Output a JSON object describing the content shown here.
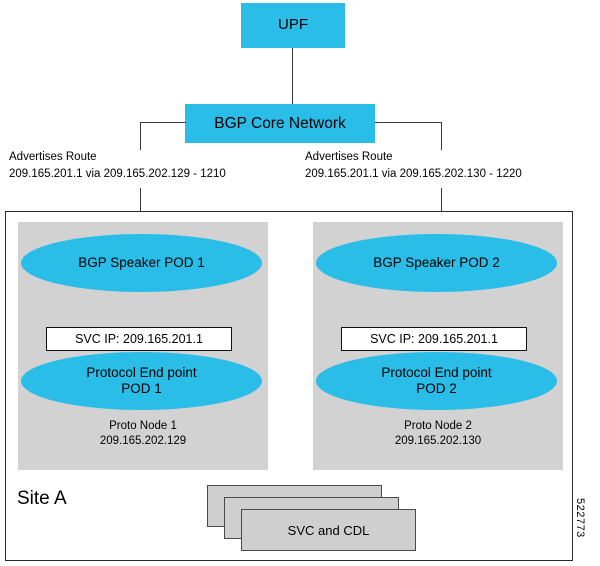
{
  "diagram": {
    "figure_number": "522773",
    "nodes": {
      "upf": {
        "label": "UPF"
      },
      "core": {
        "label": "BGP Core Network"
      }
    },
    "annotations": [
      {
        "line1": "Advertises Route",
        "line2": "209.165.201.1 via 209.165.202.129 - 1210"
      },
      {
        "line1": "Advertises Route",
        "line2": "209.165.201.1 via 209.165.202.130 - 1220"
      }
    ],
    "site": {
      "label": "Site A",
      "pods": [
        {
          "speaker_label": "BGP Speaker POD 1",
          "svc_ip_label": "SVC IP: 209.165.201.1",
          "endpoint_line1": "Protocol End point",
          "endpoint_line2": "POD 1",
          "caption_line1": "Proto Node 1",
          "caption_line2": "209.165.202.129"
        },
        {
          "speaker_label": "BGP Speaker POD 2",
          "svc_ip_label": "SVC IP: 209.165.201.1",
          "endpoint_line1": "Protocol End point",
          "endpoint_line2": "POD 2",
          "caption_line1": "Proto Node 2",
          "caption_line2": "209.165.202.130"
        }
      ],
      "stack": {
        "label": "SVC and CDL"
      }
    },
    "colors": {
      "node_fill": "#29BDE8",
      "panel_fill": "#d2d2d2",
      "stack_fill": "#cfcfcf",
      "line": "#3a3a3a"
    }
  }
}
